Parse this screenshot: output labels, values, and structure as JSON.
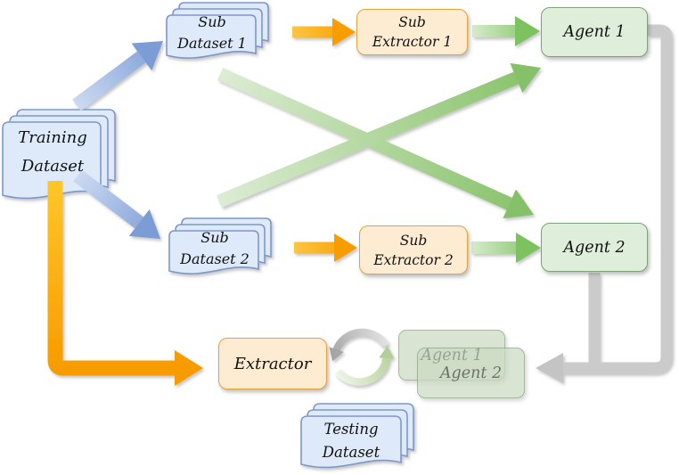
{
  "nodes": {
    "training_dataset": {
      "label": "Training\nDataset",
      "type": "dataset-stack"
    },
    "sub_dataset_1": {
      "label": "Sub\nDataset 1",
      "type": "dataset-stack"
    },
    "sub_dataset_2": {
      "label": "Sub\nDataset 2",
      "type": "dataset-stack"
    },
    "sub_extractor_1": {
      "label": "Sub\nExtractor 1",
      "type": "process-box"
    },
    "sub_extractor_2": {
      "label": "Sub\nExtractor 2",
      "type": "process-box"
    },
    "agent_1": {
      "label": "Agent 1",
      "type": "agent-box"
    },
    "agent_2": {
      "label": "Agent 2",
      "type": "agent-box"
    },
    "extractor": {
      "label": "Extractor",
      "type": "process-box"
    },
    "agent_1_eval": {
      "label": "Agent 1",
      "type": "agent-overlay-box"
    },
    "agent_2_eval": {
      "label": "Agent 2",
      "type": "agent-overlay-box"
    },
    "testing_dataset": {
      "label": "Testing\nDataset",
      "type": "dataset-stack"
    }
  },
  "edges": [
    {
      "from": "training_dataset",
      "to": "sub_dataset_1",
      "style": "blue-block-arrow"
    },
    {
      "from": "training_dataset",
      "to": "sub_dataset_2",
      "style": "blue-block-arrow"
    },
    {
      "from": "training_dataset",
      "to": "extractor",
      "style": "orange-elbow-arrow"
    },
    {
      "from": "sub_dataset_1",
      "to": "sub_extractor_1",
      "style": "orange-block-arrow"
    },
    {
      "from": "sub_dataset_2",
      "to": "sub_extractor_2",
      "style": "orange-block-arrow"
    },
    {
      "from": "sub_extractor_1",
      "to": "agent_1",
      "style": "green-block-arrow"
    },
    {
      "from": "sub_extractor_2",
      "to": "agent_2",
      "style": "green-block-arrow"
    },
    {
      "from": "sub_dataset_1",
      "to": "agent_2",
      "style": "green-cross-arrow"
    },
    {
      "from": "sub_dataset_2",
      "to": "agent_1",
      "style": "green-cross-arrow"
    },
    {
      "from": "agent_1",
      "to": "agent_eval_stack",
      "style": "gray-elbow-arrow"
    },
    {
      "from": "agent_2",
      "to": "agent_eval_stack",
      "style": "gray-elbow-arrow"
    },
    {
      "from": "extractor",
      "to": "agent_eval_stack",
      "style": "cycle-loop-arrows"
    }
  ],
  "colors": {
    "dataset_fill": "#DEEAF9",
    "dataset_border": "#7E97C8",
    "process_fill": "#FDEBD2",
    "process_border": "#E2A33D",
    "agent_fill": "#DFEEDB",
    "agent_border": "#7EA37A",
    "arrow_blue": "#7C9CD6",
    "arrow_orange": "#F79D00",
    "arrow_green": "#7CC360",
    "arrow_gray": "#C8C8C8",
    "text": "#111111"
  }
}
